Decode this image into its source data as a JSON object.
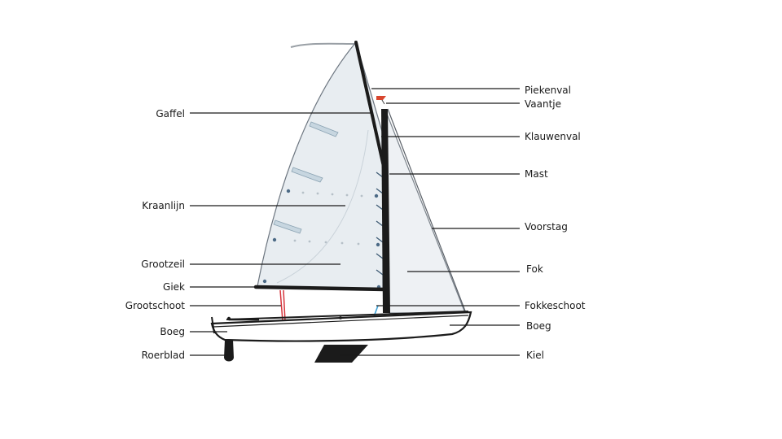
{
  "labels": {
    "left": [
      "Gaffel",
      "Kraanlijn",
      "Grootzeil",
      "Giek",
      "Grootschoot",
      "Boeg",
      "Roerblad"
    ],
    "right": [
      "Piekenval",
      "Vaantje",
      "Klauwenval",
      "Mast",
      "Voorstag",
      "Fok",
      "Fokkeschoot",
      "Boeg",
      "Kiel"
    ]
  },
  "colors": {
    "sail_fill": "#e8edf1",
    "sail_stroke": "#6d7680",
    "spar": "#1b1b1b",
    "mainsheet": "#d6343c",
    "jibsheet": "#3fa3d8",
    "batten": "#b8cad6",
    "pennant": "#d8462e"
  }
}
